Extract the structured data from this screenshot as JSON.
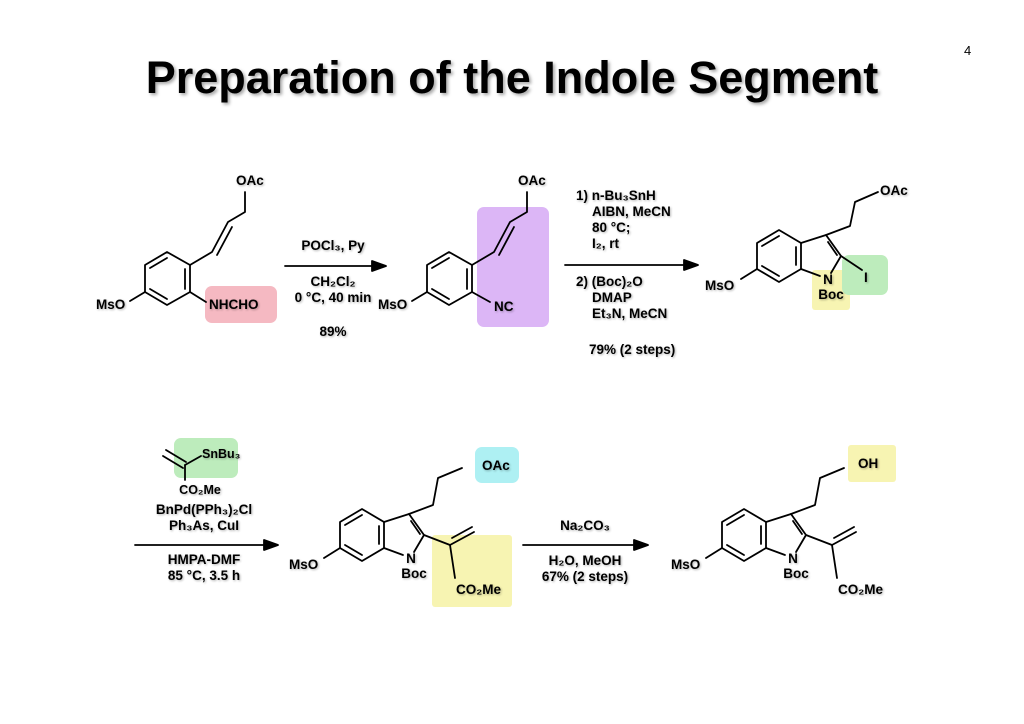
{
  "slide": {
    "title": "Preparation of the Indole Segment",
    "page_number": "4"
  },
  "highlight_colors": {
    "pink": "#f5b9c2",
    "purple": "#dcb6f6",
    "green": "#bdecbc",
    "yellow": "#f7f4b2",
    "cyan": "#aef0f3"
  },
  "compound1": {
    "oac": "OAc",
    "mso": "MsO",
    "nhcho": "NHCHO"
  },
  "step1": {
    "reagent": "POCl₃, Py",
    "solvent": "CH₂Cl₂",
    "conditions": "0 °C, 40 min",
    "yield": "89%"
  },
  "compound2": {
    "oac": "OAc",
    "mso": "MsO",
    "nc": "NC"
  },
  "step2": {
    "line1": "1) n-Bu₃SnH",
    "line2": "AIBN, MeCN",
    "line3": "80 °C;",
    "line4": "I₂, rt",
    "line5": "2) (Boc)₂O",
    "line6": "DMAP",
    "line7": "Et₃N, MeCN",
    "yield": "79% (2 steps)"
  },
  "compound3": {
    "oac": "OAc",
    "mso": "MsO",
    "n": "N",
    "boc": "Boc",
    "i": "I"
  },
  "step3": {
    "stannane": "SnBu₃",
    "ester": "CO₂Me",
    "catalyst": "BnPd(PPh₃)₂Cl",
    "additives": "Ph₃As, CuI",
    "solvent": "HMPA-DMF",
    "conditions": "85 °C, 3.5 h"
  },
  "compound4": {
    "oac": "OAc",
    "mso": "MsO",
    "n": "N",
    "boc": "Boc",
    "ester": "CO₂Me"
  },
  "step4": {
    "reagent": "Na₂CO₃",
    "solvent": "H₂O, MeOH",
    "yield": "67% (2 steps)"
  },
  "compound5": {
    "oh": "OH",
    "mso": "MsO",
    "n": "N",
    "boc": "Boc",
    "ester": "CO₂Me"
  }
}
